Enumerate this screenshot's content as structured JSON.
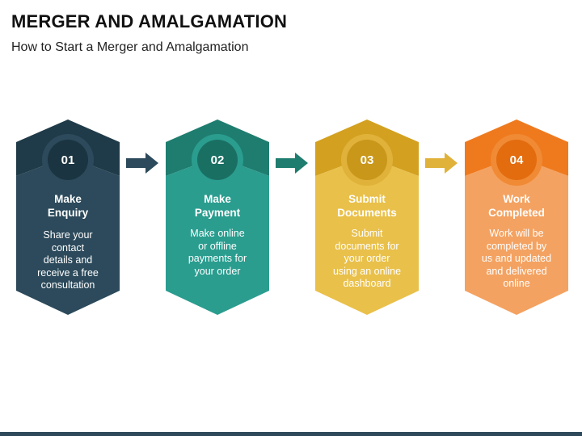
{
  "title": "MERGER AND AMALGAMATION",
  "subtitle": "How to Start a Merger and Amalgamation",
  "steps": [
    {
      "number": "01",
      "heading": "Make\nEnquiry",
      "description": "Share your\ncontact\ndetails and\nreceive a free\nconsultation",
      "colors": {
        "top": "#1f3a48",
        "body": "#2c4a5b",
        "circle_ring": "#2c4a5b",
        "circle": "#1b3441"
      }
    },
    {
      "number": "02",
      "heading": "Make\nPayment",
      "description": "Make online\nor offline\npayments for\nyour order",
      "colors": {
        "top": "#1e7d6f",
        "body": "#2a9d8f",
        "circle_ring": "#2a9d8f",
        "circle": "#1a6f63"
      }
    },
    {
      "number": "03",
      "heading": "Submit\nDocuments",
      "description": "Submit\ndocuments for\nyour order\nusing an online\ndashboard",
      "colors": {
        "top": "#d3a11f",
        "body": "#e9c04a",
        "circle_ring": "#e0b23a",
        "circle": "#c9971a"
      }
    },
    {
      "number": "04",
      "heading": "Work\nCompleted",
      "description": "Work will be\ncompleted by\nus and updated\nand delivered\nonline",
      "colors": {
        "top": "#ef7a1e",
        "body": "#f4a261",
        "circle_ring": "#f08a35",
        "circle": "#e36c0f"
      }
    }
  ],
  "arrows": [
    {
      "color": "#2c4a5b"
    },
    {
      "color": "#1e7d6f"
    },
    {
      "color": "#e0b23a"
    }
  ]
}
